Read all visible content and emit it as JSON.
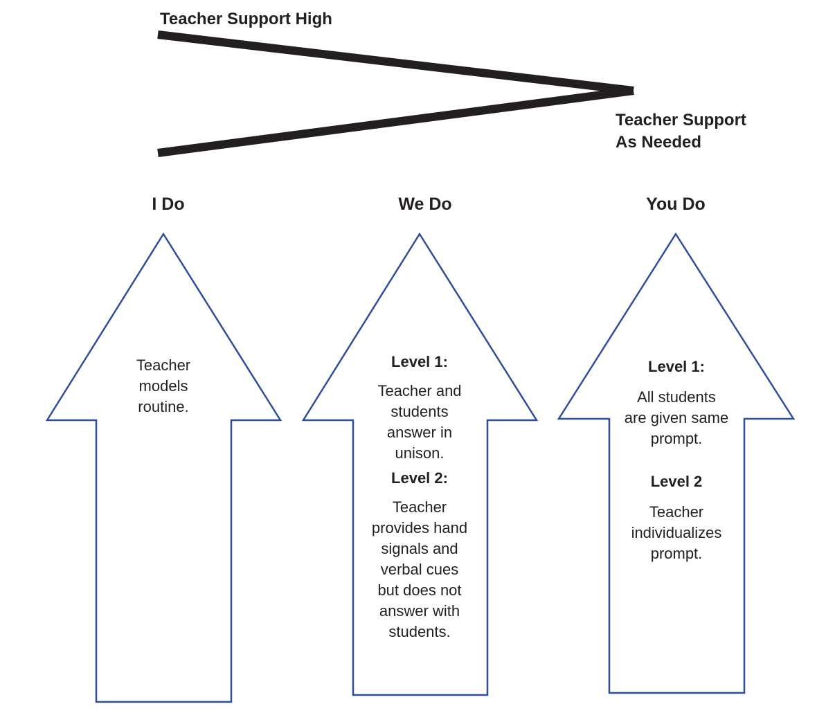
{
  "support_scale": {
    "high_label": "Teacher Support High",
    "low_label_line1": "Teacher Support",
    "low_label_line2": "As Needed"
  },
  "columns": [
    {
      "title": "I Do",
      "text": "Teacher\nmodels\nroutine."
    },
    {
      "title": "We Do",
      "level1_heading": "Level 1:",
      "level1_text": "Teacher and\nstudents\nanswer in\nunison.",
      "level2_heading": "Level 2:",
      "level2_text": "Teacher\nprovides hand\nsignals and\nverbal cues\nbut does not\nanswer with\nstudents."
    },
    {
      "title": "You Do",
      "level1_heading": "Level 1:",
      "level1_text": "All students\nare given same\nprompt.",
      "level2_heading": "Level 2",
      "level2_text": "Teacher\nindividualizes\nprompt."
    }
  ],
  "colors": {
    "wedge": "#231f20",
    "arrow_stroke": "#2e4e9b",
    "text": "#231f20"
  }
}
